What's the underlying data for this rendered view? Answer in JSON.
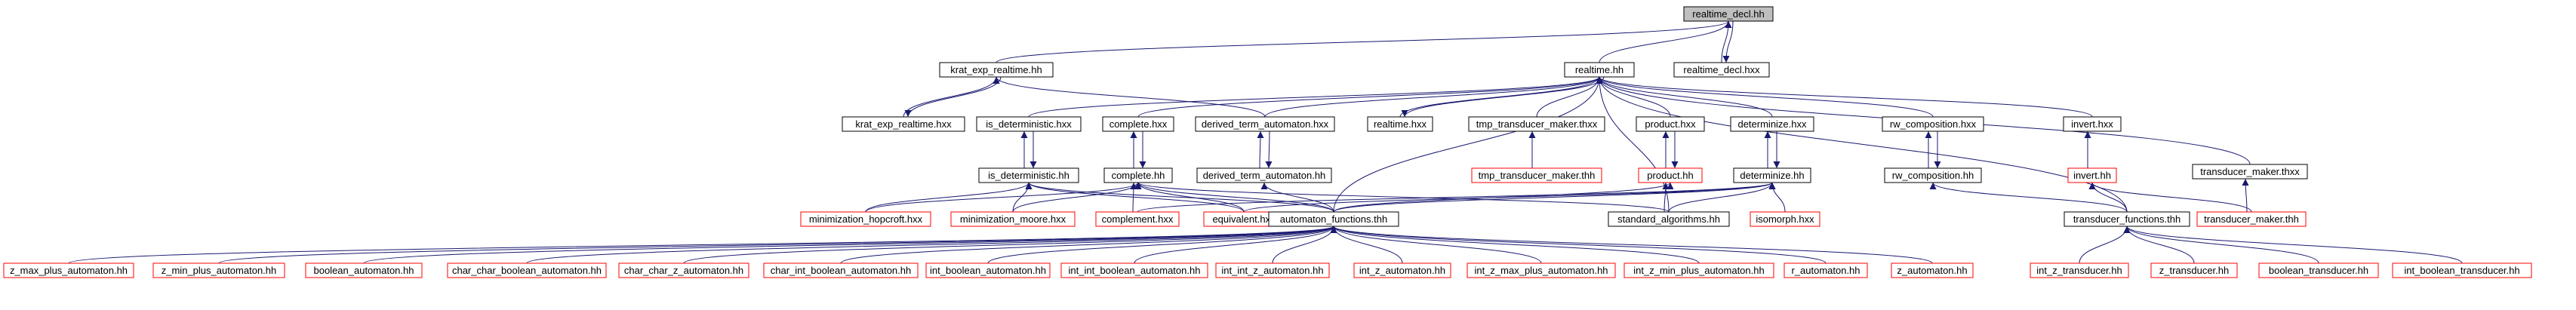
{
  "graph": {
    "colors": {
      "edge": "#191970",
      "root_fill": "#bfbfbf",
      "node_border": "#000000",
      "leaf_border": "#ff0000",
      "node_fill": "#ffffff"
    },
    "nodes": [
      {
        "id": "realtime_decl_hh",
        "label": "realtime_decl.hh",
        "style": "root"
      },
      {
        "id": "krat_exp_realtime_hh",
        "label": "krat_exp_realtime.hh",
        "style": "normal"
      },
      {
        "id": "realtime_hh",
        "label": "realtime.hh",
        "style": "normal"
      },
      {
        "id": "realtime_decl_hxx",
        "label": "realtime_decl.hxx",
        "style": "normal"
      },
      {
        "id": "krat_exp_realtime_hxx",
        "label": "krat_exp_realtime.hxx",
        "style": "normal"
      },
      {
        "id": "is_deterministic_hxx",
        "label": "is_deterministic.hxx",
        "style": "normal"
      },
      {
        "id": "complete_hxx",
        "label": "complete.hxx",
        "style": "normal"
      },
      {
        "id": "derived_term_automaton_hxx",
        "label": "derived_term_automaton.hxx",
        "style": "normal"
      },
      {
        "id": "realtime_hxx",
        "label": "realtime.hxx",
        "style": "normal"
      },
      {
        "id": "tmp_transducer_maker_thxx",
        "label": "tmp_transducer_maker.thxx",
        "style": "normal"
      },
      {
        "id": "product_hxx",
        "label": "product.hxx",
        "style": "normal"
      },
      {
        "id": "determinize_hxx",
        "label": "determinize.hxx",
        "style": "normal"
      },
      {
        "id": "rw_composition_hxx",
        "label": "rw_composition.hxx",
        "style": "normal"
      },
      {
        "id": "invert_hxx",
        "label": "invert.hxx",
        "style": "normal"
      },
      {
        "id": "transducer_maker_thxx",
        "label": "transducer_maker.thxx",
        "style": "normal"
      },
      {
        "id": "is_deterministic_hh",
        "label": "is_deterministic.hh",
        "style": "normal"
      },
      {
        "id": "complete_hh",
        "label": "complete.hh",
        "style": "normal"
      },
      {
        "id": "derived_term_automaton_hh",
        "label": "derived_term_automaton.hh",
        "style": "normal"
      },
      {
        "id": "tmp_transducer_maker_thh",
        "label": "tmp_transducer_maker.thh",
        "style": "leaf"
      },
      {
        "id": "product_hh",
        "label": "product.hh",
        "style": "leaf"
      },
      {
        "id": "determinize_hh",
        "label": "determinize.hh",
        "style": "normal"
      },
      {
        "id": "rw_composition_hh",
        "label": "rw_composition.hh",
        "style": "normal"
      },
      {
        "id": "invert_hh",
        "label": "invert.hh",
        "style": "leaf"
      },
      {
        "id": "minimization_hopcroft_hxx",
        "label": "minimization_hopcroft.hxx",
        "style": "leaf"
      },
      {
        "id": "minimization_moore_hxx",
        "label": "minimization_moore.hxx",
        "style": "leaf"
      },
      {
        "id": "complement_hxx",
        "label": "complement.hxx",
        "style": "leaf"
      },
      {
        "id": "equivalent_hxx",
        "label": "equivalent.hxx",
        "style": "leaf"
      },
      {
        "id": "automaton_functions_thh",
        "label": "automaton_functions.thh",
        "style": "normal"
      },
      {
        "id": "standard_algorithms_hh",
        "label": "standard_algorithms.hh",
        "style": "normal"
      },
      {
        "id": "isomorph_hxx",
        "label": "isomorph.hxx",
        "style": "leaf"
      },
      {
        "id": "transducer_functions_thh",
        "label": "transducer_functions.thh",
        "style": "normal"
      },
      {
        "id": "transducer_maker_thh",
        "label": "transducer_maker.thh",
        "style": "leaf"
      },
      {
        "id": "z_max_plus_automaton_hh",
        "label": "z_max_plus_automaton.hh",
        "style": "leaf"
      },
      {
        "id": "z_min_plus_automaton_hh",
        "label": "z_min_plus_automaton.hh",
        "style": "leaf"
      },
      {
        "id": "boolean_automaton_hh",
        "label": "boolean_automaton.hh",
        "style": "leaf"
      },
      {
        "id": "char_char_boolean_automaton_hh",
        "label": "char_char_boolean_automaton.hh",
        "style": "leaf"
      },
      {
        "id": "char_char_z_automaton_hh",
        "label": "char_char_z_automaton.hh",
        "style": "leaf"
      },
      {
        "id": "char_int_boolean_automaton_hh",
        "label": "char_int_boolean_automaton.hh",
        "style": "leaf"
      },
      {
        "id": "int_boolean_automaton_hh",
        "label": "int_boolean_automaton.hh",
        "style": "leaf"
      },
      {
        "id": "int_int_boolean_automaton_hh",
        "label": "int_int_boolean_automaton.hh",
        "style": "leaf"
      },
      {
        "id": "int_int_z_automaton_hh",
        "label": "int_int_z_automaton.hh",
        "style": "leaf"
      },
      {
        "id": "int_z_automaton_hh",
        "label": "int_z_automaton.hh",
        "style": "leaf"
      },
      {
        "id": "int_z_max_plus_automaton_hh",
        "label": "int_z_max_plus_automaton.hh",
        "style": "leaf"
      },
      {
        "id": "int_z_min_plus_automaton_hh",
        "label": "int_z_min_plus_automaton.hh",
        "style": "leaf"
      },
      {
        "id": "r_automaton_hh",
        "label": "r_automaton.hh",
        "style": "leaf"
      },
      {
        "id": "z_automaton_hh",
        "label": "z_automaton.hh",
        "style": "leaf"
      },
      {
        "id": "int_z_transducer_hh",
        "label": "int_z_transducer.hh",
        "style": "leaf"
      },
      {
        "id": "z_transducer_hh",
        "label": "z_transducer.hh",
        "style": "leaf"
      },
      {
        "id": "boolean_transducer_hh",
        "label": "boolean_transducer.hh",
        "style": "leaf"
      },
      {
        "id": "int_boolean_transducer_hh",
        "label": "int_boolean_transducer.hh",
        "style": "leaf"
      }
    ],
    "edges": [
      [
        "realtime_decl_hh",
        "krat_exp_realtime_hh"
      ],
      [
        "realtime_decl_hh",
        "realtime_hh"
      ],
      [
        "realtime_decl_hh",
        "realtime_decl_hxx"
      ],
      [
        "realtime_decl_hxx",
        "realtime_decl_hh"
      ],
      [
        "krat_exp_realtime_hh",
        "krat_exp_realtime_hxx"
      ],
      [
        "krat_exp_realtime_hxx",
        "krat_exp_realtime_hh"
      ],
      [
        "krat_exp_realtime_hh",
        "derived_term_automaton_hxx"
      ],
      [
        "realtime_hh",
        "is_deterministic_hxx"
      ],
      [
        "realtime_hh",
        "complete_hxx"
      ],
      [
        "realtime_hh",
        "derived_term_automaton_hxx"
      ],
      [
        "realtime_hh",
        "realtime_hxx"
      ],
      [
        "realtime_hh",
        "tmp_transducer_maker_thxx"
      ],
      [
        "realtime_hh",
        "product_hxx"
      ],
      [
        "realtime_hh",
        "determinize_hxx"
      ],
      [
        "realtime_hh",
        "rw_composition_hxx"
      ],
      [
        "realtime_hh",
        "invert_hxx"
      ],
      [
        "realtime_hh",
        "transducer_maker_thxx"
      ],
      [
        "realtime_hh",
        "automaton_functions_thh"
      ],
      [
        "realtime_hh",
        "standard_algorithms_hh"
      ],
      [
        "realtime_hh",
        "transducer_functions_thh"
      ],
      [
        "realtime_hxx",
        "realtime_hh"
      ],
      [
        "is_deterministic_hxx",
        "is_deterministic_hh"
      ],
      [
        "is_deterministic_hh",
        "is_deterministic_hxx"
      ],
      [
        "complete_hxx",
        "complete_hh"
      ],
      [
        "complete_hh",
        "complete_hxx"
      ],
      [
        "derived_term_automaton_hxx",
        "derived_term_automaton_hh"
      ],
      [
        "derived_term_automaton_hh",
        "derived_term_automaton_hxx"
      ],
      [
        "tmp_transducer_maker_thxx",
        "tmp_transducer_maker_thh"
      ],
      [
        "product_hxx",
        "product_hh"
      ],
      [
        "product_hh",
        "product_hxx"
      ],
      [
        "determinize_hxx",
        "determinize_hh"
      ],
      [
        "determinize_hh",
        "determinize_hxx"
      ],
      [
        "rw_composition_hxx",
        "rw_composition_hh"
      ],
      [
        "rw_composition_hh",
        "rw_composition_hxx"
      ],
      [
        "invert_hxx",
        "invert_hh"
      ],
      [
        "is_deterministic_hh",
        "minimization_hopcroft_hxx"
      ],
      [
        "is_deterministic_hh",
        "minimization_moore_hxx"
      ],
      [
        "is_deterministic_hh",
        "equivalent_hxx"
      ],
      [
        "is_deterministic_hh",
        "automaton_functions_thh"
      ],
      [
        "complete_hh",
        "minimization_hopcroft_hxx"
      ],
      [
        "complete_hh",
        "minimization_moore_hxx"
      ],
      [
        "complete_hh",
        "complement_hxx"
      ],
      [
        "complete_hh",
        "equivalent_hxx"
      ],
      [
        "complete_hh",
        "automaton_functions_thh"
      ],
      [
        "complete_hh",
        "standard_algorithms_hh"
      ],
      [
        "derived_term_automaton_hh",
        "automaton_functions_thh"
      ],
      [
        "product_hh",
        "automaton_functions_thh"
      ],
      [
        "product_hh",
        "standard_algorithms_hh"
      ],
      [
        "determinize_hh",
        "complement_hxx"
      ],
      [
        "determinize_hh",
        "equivalent_hxx"
      ],
      [
        "determinize_hh",
        "automaton_functions_thh"
      ],
      [
        "determinize_hh",
        "standard_algorithms_hh"
      ],
      [
        "determinize_hh",
        "isomorph_hxx"
      ],
      [
        "rw_composition_hh",
        "transducer_functions_thh"
      ],
      [
        "invert_hh",
        "transducer_functions_thh"
      ],
      [
        "invert_hh",
        "transducer_maker_thh"
      ],
      [
        "transducer_maker_thxx",
        "transducer_maker_thh"
      ],
      [
        "automaton_functions_thh",
        "z_max_plus_automaton_hh"
      ],
      [
        "automaton_functions_thh",
        "z_min_plus_automaton_hh"
      ],
      [
        "automaton_functions_thh",
        "boolean_automaton_hh"
      ],
      [
        "automaton_functions_thh",
        "char_char_boolean_automaton_hh"
      ],
      [
        "automaton_functions_thh",
        "char_char_z_automaton_hh"
      ],
      [
        "automaton_functions_thh",
        "char_int_boolean_automaton_hh"
      ],
      [
        "automaton_functions_thh",
        "int_boolean_automaton_hh"
      ],
      [
        "automaton_functions_thh",
        "int_int_boolean_automaton_hh"
      ],
      [
        "automaton_functions_thh",
        "int_int_z_automaton_hh"
      ],
      [
        "automaton_functions_thh",
        "int_z_automaton_hh"
      ],
      [
        "automaton_functions_thh",
        "int_z_max_plus_automaton_hh"
      ],
      [
        "automaton_functions_thh",
        "int_z_min_plus_automaton_hh"
      ],
      [
        "automaton_functions_thh",
        "r_automaton_hh"
      ],
      [
        "automaton_functions_thh",
        "z_automaton_hh"
      ],
      [
        "transducer_functions_thh",
        "int_z_transducer_hh"
      ],
      [
        "transducer_functions_thh",
        "z_transducer_hh"
      ],
      [
        "transducer_functions_thh",
        "boolean_transducer_hh"
      ],
      [
        "transducer_functions_thh",
        "int_boolean_transducer_hh"
      ]
    ]
  }
}
